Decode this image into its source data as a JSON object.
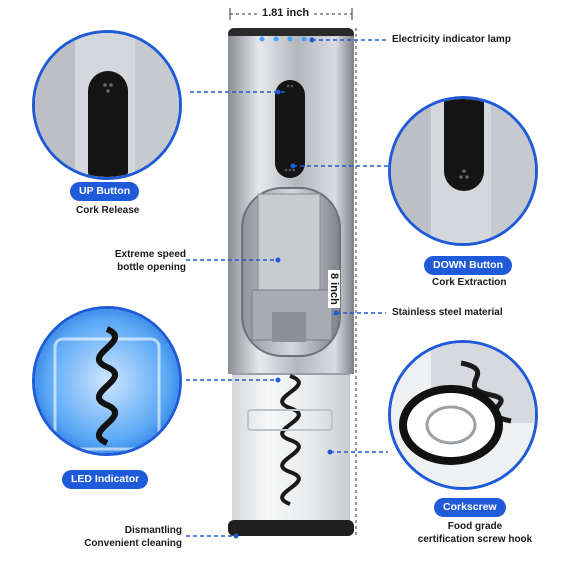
{
  "dimensions": {
    "width_label": "1.81 inch",
    "height_label": "8 inch"
  },
  "callouts": {
    "electricity_indicator": "Electricity indicator lamp",
    "extreme_speed": "Extreme speed\nbottle opening",
    "stainless_steel": "Stainless steel material",
    "dismantling": "Dismantling\nConvenient cleaning"
  },
  "features": {
    "up_button": {
      "title": "UP Button",
      "desc": "Cork Release"
    },
    "down_button": {
      "title": "DOWN Button",
      "desc": "Cork Extraction"
    },
    "led_indicator": {
      "title": "LED Indicator"
    },
    "corkscrew": {
      "title": "Corkscrew",
      "desc": "Food grade\ncertification screw hook"
    }
  },
  "colors": {
    "accent": "#1f5bd8",
    "steel": "#b8bcc2",
    "dark": "#1a1a1a",
    "led": "#4aa3ff"
  },
  "icons": [
    "up-button-icon",
    "down-button-icon",
    "corkscrew-icon",
    "led-icon"
  ]
}
